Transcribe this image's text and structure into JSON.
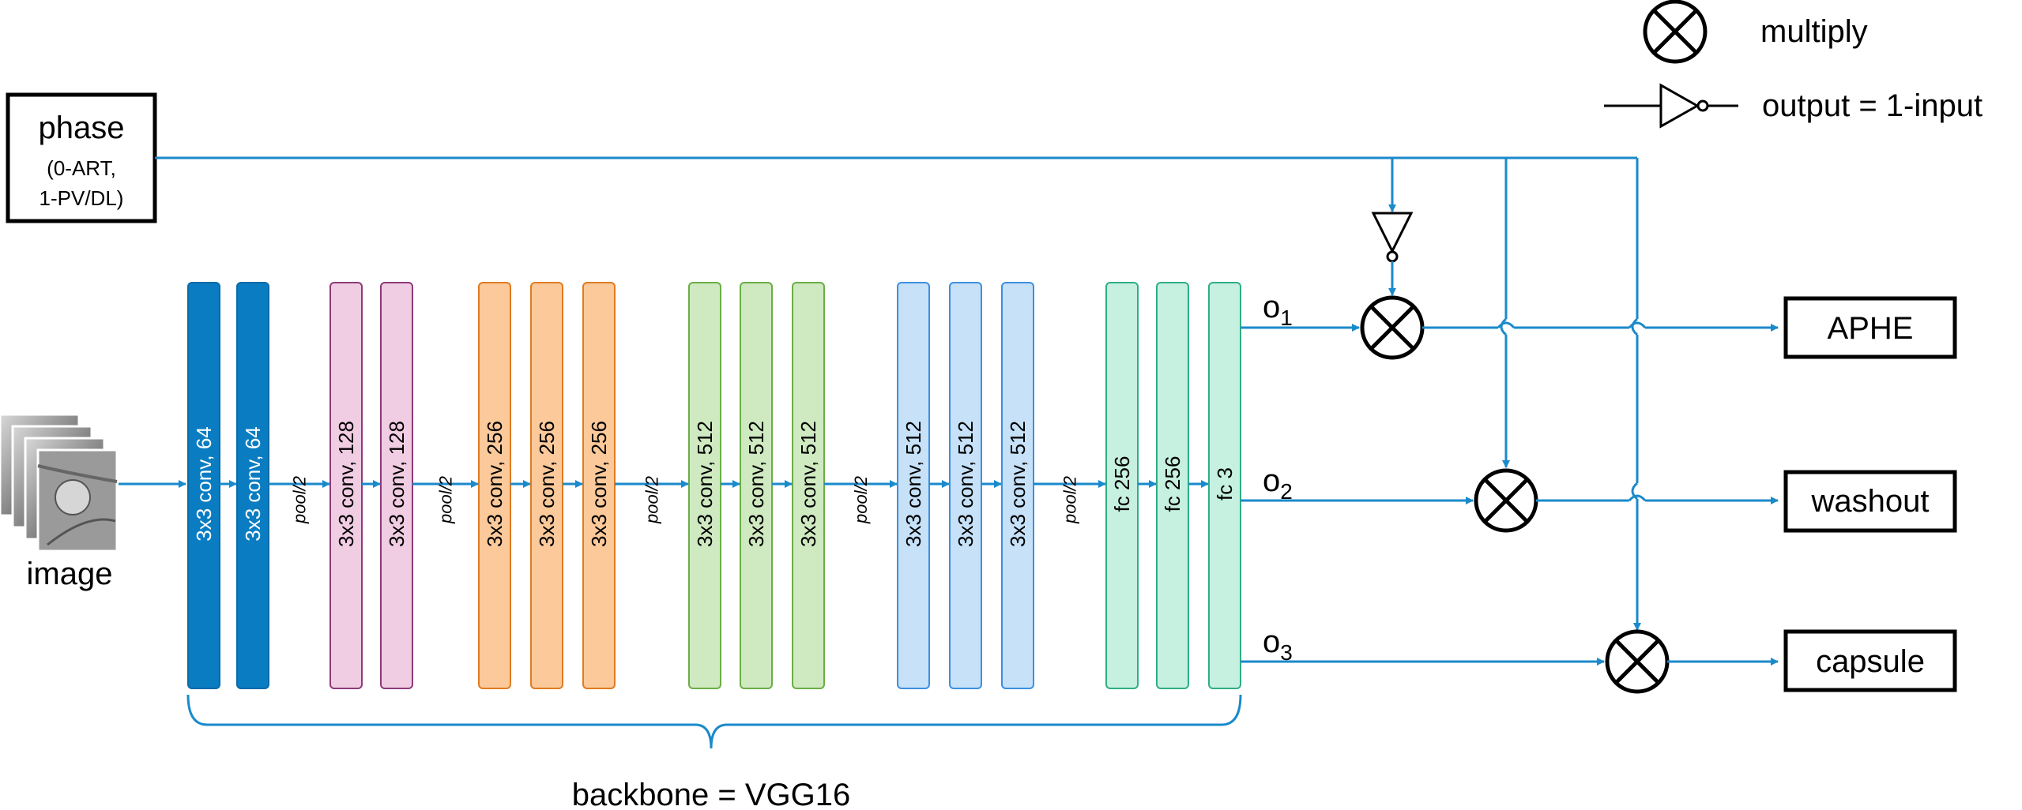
{
  "legend": {
    "multiply_label": "multiply",
    "not_label": "output = 1-input"
  },
  "phase": {
    "title": "phase",
    "line1": "(0-ART,",
    "line2": "1-PV/DL)"
  },
  "image_label": "image",
  "backbone_label": "backbone = VGG16",
  "pool_label": "pool/2",
  "layers": [
    {
      "label": "3x3 conv, 64",
      "kind": "conv64"
    },
    {
      "label": "3x3 conv, 64",
      "kind": "conv64"
    },
    {
      "label": "3x3 conv, 128",
      "kind": "conv128"
    },
    {
      "label": "3x3 conv, 128",
      "kind": "conv128"
    },
    {
      "label": "3x3 conv, 256",
      "kind": "conv256"
    },
    {
      "label": "3x3 conv, 256",
      "kind": "conv256"
    },
    {
      "label": "3x3 conv, 256",
      "kind": "conv256"
    },
    {
      "label": "3x3 conv, 512",
      "kind": "conv512a"
    },
    {
      "label": "3x3 conv, 512",
      "kind": "conv512a"
    },
    {
      "label": "3x3 conv, 512",
      "kind": "conv512a"
    },
    {
      "label": "3x3 conv, 512",
      "kind": "conv512b"
    },
    {
      "label": "3x3 conv, 512",
      "kind": "conv512b"
    },
    {
      "label": "3x3 conv, 512",
      "kind": "conv512b"
    },
    {
      "label": "fc 256",
      "kind": "fc"
    },
    {
      "label": "fc 256",
      "kind": "fc"
    },
    {
      "label": "fc 3",
      "kind": "fc"
    }
  ],
  "outputs": [
    {
      "label": "o",
      "sub": "1",
      "target": "APHE"
    },
    {
      "label": "o",
      "sub": "2",
      "target": "washout"
    },
    {
      "label": "o",
      "sub": "3",
      "target": "capsule"
    }
  ],
  "colors": {
    "wire": "#1a8acb",
    "conv64_fill": "#0a7cc2",
    "conv64_stroke": "#0a6aa8",
    "conv128_fill": "#f1cde3",
    "conv128_stroke": "#8d3a78",
    "conv256_fill": "#fbc99a",
    "conv256_stroke": "#e07b22",
    "conv512a_fill": "#cfe9c0",
    "conv512a_stroke": "#6aae46",
    "conv512b_fill": "#c6e1f8",
    "conv512b_stroke": "#3d8fe0",
    "fc_fill": "#c6f0e0",
    "fc_stroke": "#2fae86"
  }
}
